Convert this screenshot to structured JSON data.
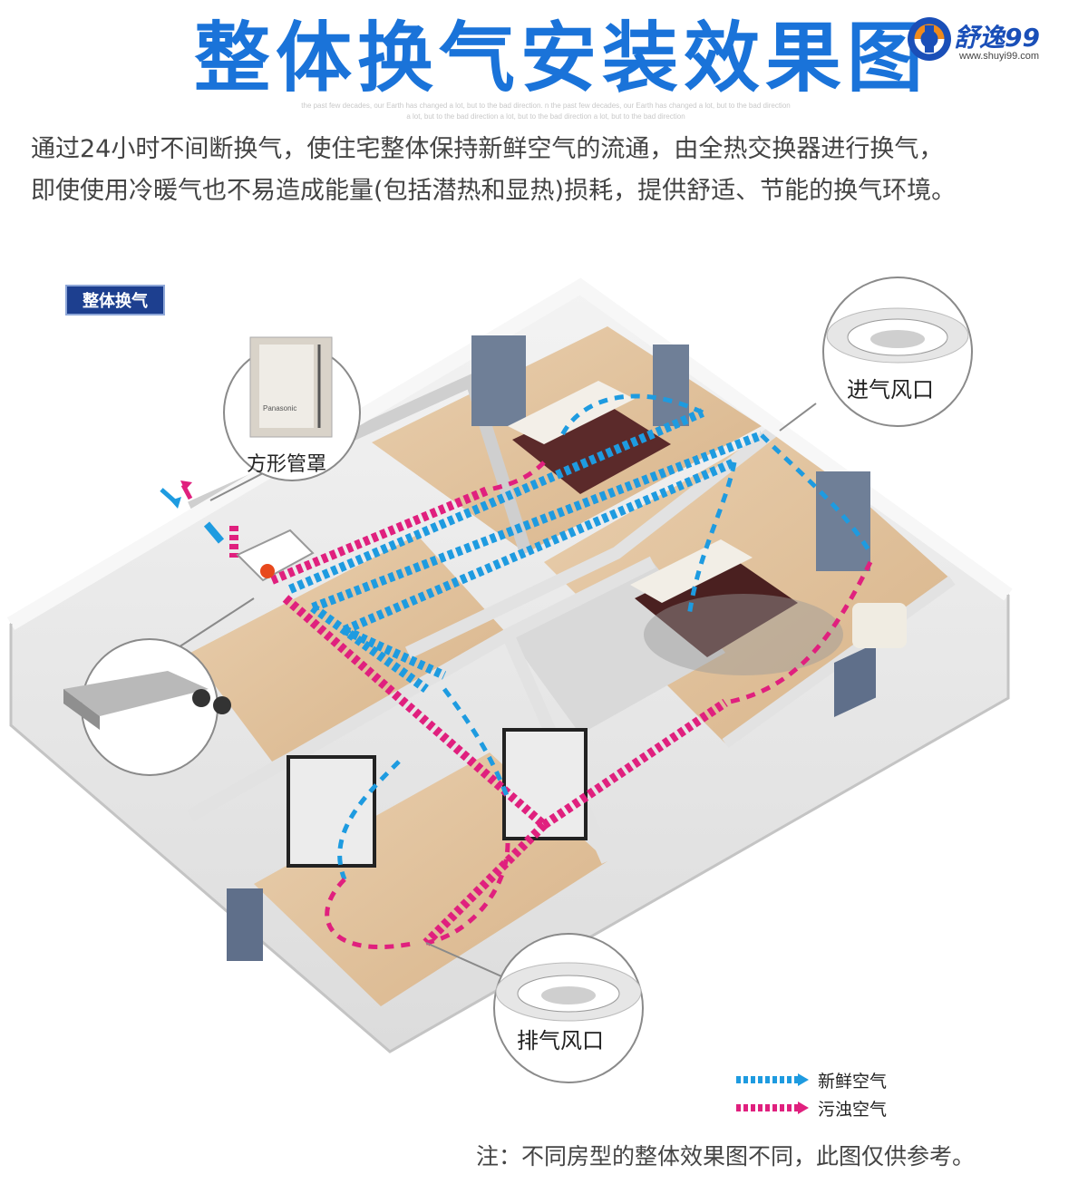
{
  "header": {
    "title": "整体换气安装效果图",
    "faint_line_1": "the past few decades, our Earth has changed a lot, but to the bad direction. n the past few decades, our Earth has changed a lot, but to the bad direction",
    "faint_line_2": "a lot, but to the bad direction a lot, but to the bad direction a lot, but to the bad direction"
  },
  "logo": {
    "name": "舒逸99",
    "url": "www.shuyi99.com",
    "icon": "shuyi-logo-icon"
  },
  "description": {
    "line_1": "通过24小时不间断换气，使住宅整体保持新鲜空气的流通，由全热交换器进行换气，",
    "line_2": "即使使用冷暖气也不易造成能量(包括潜热和显热)损耗，提供舒适、节能的换气环境。"
  },
  "diagram": {
    "tag": "整体换气",
    "callouts": {
      "square_hood": "方形管罩",
      "intake_vent": "进气风口",
      "exhaust_vent": "排气风口"
    },
    "brand_on_hood": "Panasonic"
  },
  "legend": {
    "fresh_air": {
      "label": "新鲜空气",
      "color": "#1e9be0"
    },
    "dirty_air": {
      "label": "污浊空气",
      "color": "#e0207e"
    }
  },
  "note": "注：不同房型的整体效果图不同，此图仅供参考。",
  "colors": {
    "title_blue": "#1a73d9",
    "fresh": "#1e9be0",
    "dirty": "#e0207e",
    "tag_bg": "#1d3f8f"
  }
}
